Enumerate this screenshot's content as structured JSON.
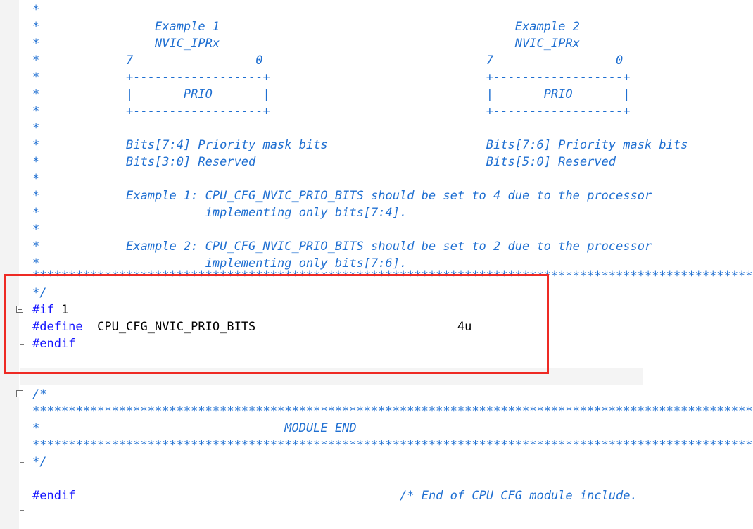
{
  "colors": {
    "comment": "#1f6fd1",
    "keyword": "#1515ff",
    "text": "#000000",
    "highlight": "#ee2a24"
  },
  "icons": {
    "fold": "minus-box-icon"
  },
  "code_lines": [
    {
      "t": 2,
      "parts": [
        {
          "c": "cm",
          "s": "*"
        }
      ]
    },
    {
      "t": 26,
      "parts": [
        {
          "c": "cm",
          "s": "*                Example 1                                         Example 2"
        }
      ]
    },
    {
      "t": 50,
      "parts": [
        {
          "c": "cm",
          "s": "*                NVIC_IPRx                                         NVIC_IPRx"
        }
      ]
    },
    {
      "t": 74,
      "parts": [
        {
          "c": "cm",
          "s": "*            7                 0                               7                 0"
        }
      ]
    },
    {
      "t": 98,
      "parts": [
        {
          "c": "cm",
          "s": "*            +------------------+                              +------------------+"
        }
      ]
    },
    {
      "t": 122,
      "parts": [
        {
          "c": "cm",
          "s": "*            |       PRIO       |                              |       PRIO       |"
        }
      ]
    },
    {
      "t": 146,
      "parts": [
        {
          "c": "cm",
          "s": "*            +------------------+                              +------------------+"
        }
      ]
    },
    {
      "t": 170,
      "parts": [
        {
          "c": "cm",
          "s": "*"
        }
      ]
    },
    {
      "t": 194,
      "parts": [
        {
          "c": "cm",
          "s": "*            Bits[7:4] Priority mask bits                      Bits[7:6] Priority mask bits"
        }
      ]
    },
    {
      "t": 218,
      "parts": [
        {
          "c": "cm",
          "s": "*            Bits[3:0] Reserved                                Bits[5:0] Reserved"
        }
      ]
    },
    {
      "t": 242,
      "parts": [
        {
          "c": "cm",
          "s": "*"
        }
      ]
    },
    {
      "t": 266,
      "parts": [
        {
          "c": "cm",
          "s": "*            Example 1: CPU_CFG_NVIC_PRIO_BITS should be set to 4 due to the processor"
        }
      ]
    },
    {
      "t": 290,
      "parts": [
        {
          "c": "cm",
          "s": "*                       implementing only bits[7:4]."
        }
      ]
    },
    {
      "t": 314,
      "parts": [
        {
          "c": "cm",
          "s": "*"
        }
      ]
    },
    {
      "t": 338,
      "parts": [
        {
          "c": "cm",
          "s": "*            Example 2: CPU_CFG_NVIC_PRIO_BITS should be set to 2 due to the processor"
        }
      ]
    },
    {
      "t": 362,
      "parts": [
        {
          "c": "cm",
          "s": "*                       implementing only bits[7:6]."
        }
      ]
    },
    {
      "t": 380,
      "parts": [
        {
          "c": "cm",
          "s": "****************************************************************************************************"
        }
      ]
    },
    {
      "t": 404,
      "parts": [
        {
          "c": "cm",
          "s": "*/"
        }
      ]
    },
    {
      "t": 428,
      "parts": [
        {
          "c": "kw",
          "s": "#if"
        },
        {
          "c": "tx",
          "s": " 1"
        }
      ]
    },
    {
      "t": 452,
      "parts": [
        {
          "c": "kw",
          "s": "#define"
        },
        {
          "c": "tx",
          "s": "  CPU_CFG_NVIC_PRIO_BITS                            4u"
        }
      ]
    },
    {
      "t": 476,
      "parts": [
        {
          "c": "kw",
          "s": "#endif"
        }
      ]
    },
    {
      "t": 548,
      "parts": [
        {
          "c": "cm",
          "s": "/*"
        }
      ]
    },
    {
      "t": 572,
      "parts": [
        {
          "c": "cm",
          "s": "****************************************************************************************************"
        }
      ]
    },
    {
      "t": 596,
      "parts": [
        {
          "c": "cm",
          "s": "*                                  MODULE END"
        }
      ]
    },
    {
      "t": 620,
      "parts": [
        {
          "c": "cm",
          "s": "****************************************************************************************************"
        }
      ]
    },
    {
      "t": 644,
      "parts": [
        {
          "c": "cm",
          "s": "*/"
        }
      ]
    },
    {
      "t": 692,
      "parts": [
        {
          "c": "kw",
          "s": "#endif"
        },
        {
          "c": "tx",
          "s": "                                             "
        },
        {
          "c": "cm",
          "s": "/* End of CPU CFG module include."
        }
      ]
    }
  ]
}
